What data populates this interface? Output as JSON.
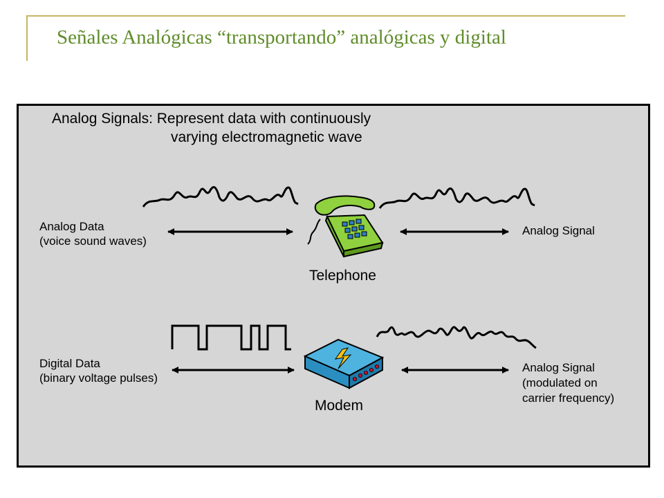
{
  "slide": {
    "title": "Señales Analógicas “transportando” analógicas y digital"
  },
  "diagram": {
    "heading_line1": "Analog Signals: Represent data with continuously",
    "heading_line2": "varying electromagnetic wave",
    "row1": {
      "left_label_line1": "Analog Data",
      "left_label_line2": "(voice sound waves)",
      "device_label": "Telephone",
      "right_label": "Analog Signal",
      "device_icon": "telephone-icon"
    },
    "row2": {
      "left_label_line1": "Digital Data",
      "left_label_line2": "(binary voltage pulses)",
      "device_label": "Modem",
      "right_label_line1": "Analog Signal",
      "right_label_line2": "(modulated on",
      "right_label_line3": "carrier frequency)",
      "device_icon": "modem-icon"
    },
    "colors": {
      "background": "#d6d6d6",
      "phone": "#8fd13f",
      "phone_keys": "#2e7fc4",
      "modem": "#4fb3e0",
      "modem_bolt": "#f2c21b",
      "modem_leds": "#c8102e",
      "title": "#5f8c2a"
    }
  }
}
